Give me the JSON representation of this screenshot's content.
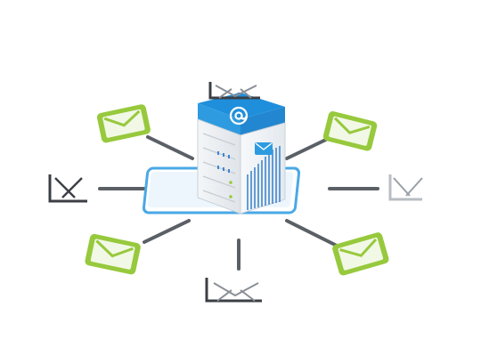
{
  "illustration": {
    "icons": {
      "server": "email-server-icon",
      "at_sign": "at-sign-icon",
      "envelope": "envelope-icon"
    },
    "colors": {
      "background": "#ffffff",
      "accent_blue": "#2e9be0",
      "platform_blue": "#4aa8e6",
      "server_face": "#eef1f4",
      "server_side": "#d7dde3",
      "stripe_blue": "#3f86cf",
      "envelope_green": "#97c93d",
      "envelope_green_light": "#f2f8e6",
      "connector_gray": "#5b5f66",
      "outline_gray": "#3b3f45"
    },
    "envelopes": [
      {
        "position": "top",
        "style": "outline"
      },
      {
        "position": "top-right",
        "style": "green"
      },
      {
        "position": "right",
        "style": "outline"
      },
      {
        "position": "bottom-right",
        "style": "green"
      },
      {
        "position": "bottom",
        "style": "outline"
      },
      {
        "position": "bottom-left",
        "style": "green"
      },
      {
        "position": "left",
        "style": "outline"
      },
      {
        "position": "top-left",
        "style": "green"
      }
    ]
  }
}
